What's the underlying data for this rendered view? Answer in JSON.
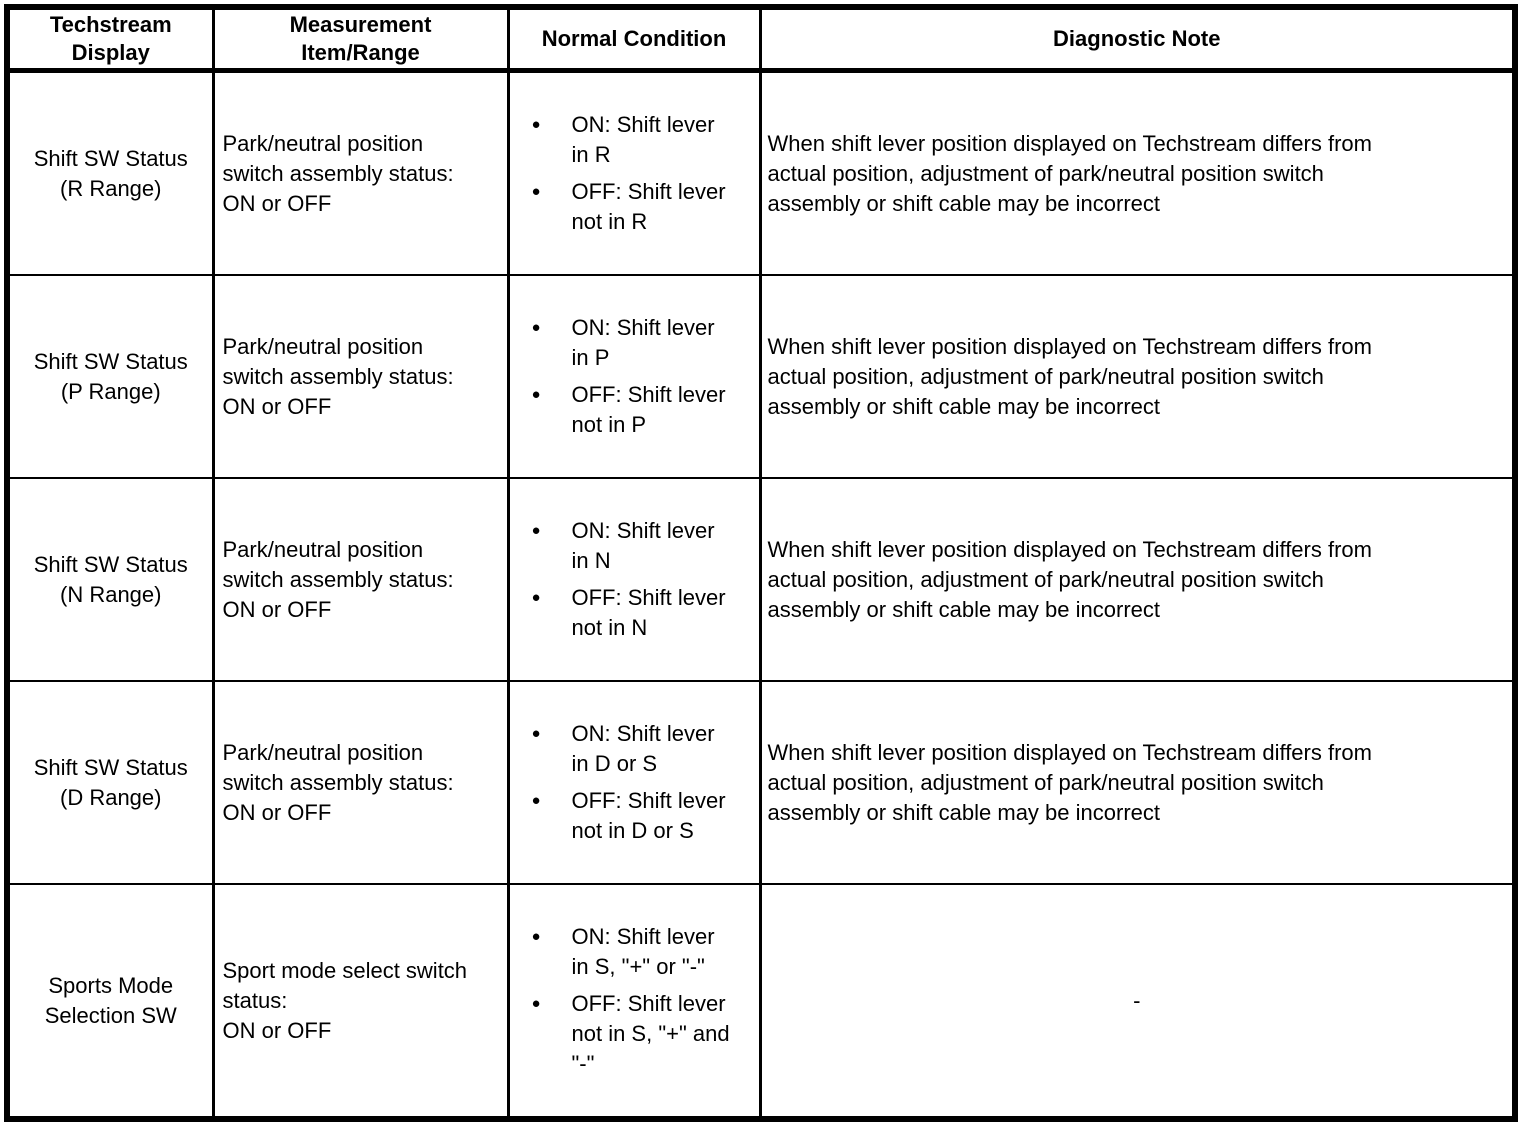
{
  "page": {
    "background_color": "#ffffff",
    "border_color": "#000000",
    "text_color": "#000000",
    "bullet_icon": "●"
  },
  "table": {
    "headers": [
      "Techstream\nDisplay",
      "Measurement\nItem/Range",
      "Normal Condition",
      "Diagnostic Note"
    ],
    "rows": [
      {
        "display": "Shift SW Status\n(R Range)",
        "measurement": "Park/neutral position\nswitch assembly status:\nON or OFF",
        "conditions": [
          "ON: Shift lever\nin R",
          "OFF: Shift lever\nnot in R"
        ],
        "note": "When shift lever position displayed on Techstream differs from\nactual position, adjustment of park/neutral position switch\nassembly or shift cable may be incorrect",
        "note_align": "left"
      },
      {
        "display": "Shift SW Status\n(P Range)",
        "measurement": "Park/neutral position\nswitch assembly status:\nON or OFF",
        "conditions": [
          "ON: Shift lever\nin P",
          "OFF: Shift lever\nnot in P"
        ],
        "note": "When shift lever position displayed on Techstream differs from\nactual position, adjustment of park/neutral position switch\nassembly or shift cable may be incorrect",
        "note_align": "left"
      },
      {
        "display": "Shift SW Status\n(N Range)",
        "measurement": "Park/neutral position\nswitch assembly status:\nON or OFF",
        "conditions": [
          "ON: Shift lever\nin N",
          "OFF: Shift lever\nnot in N"
        ],
        "note": "When shift lever position displayed on Techstream differs from\nactual position, adjustment of park/neutral position switch\nassembly or shift cable may be incorrect",
        "note_align": "left"
      },
      {
        "display": "Shift SW Status\n(D Range)",
        "measurement": "Park/neutral position\nswitch assembly status:\nON or OFF",
        "conditions": [
          "ON: Shift lever\nin D or S",
          "OFF: Shift lever\nnot in D or S"
        ],
        "note": "When shift lever position displayed on Techstream differs from\nactual position, adjustment of park/neutral position switch\nassembly or shift cable may be incorrect",
        "note_align": "left"
      },
      {
        "display": "Sports Mode\nSelection SW",
        "measurement": "Sport mode select switch\nstatus:\nON or OFF",
        "conditions": [
          "ON: Shift lever\nin S, \"+\" or \"-\"",
          "OFF: Shift lever\nnot in S, \"+\" and\n\"-\""
        ],
        "note": "-",
        "note_align": "center"
      }
    ]
  }
}
